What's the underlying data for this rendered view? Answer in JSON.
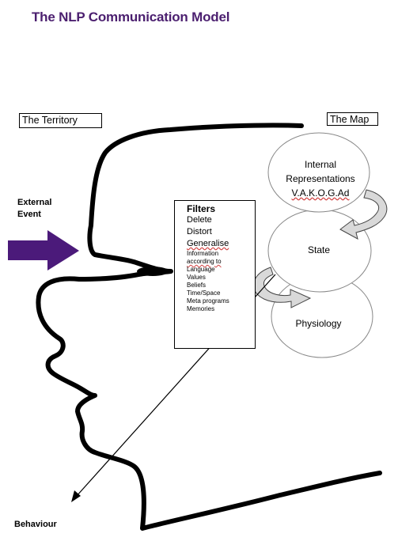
{
  "title": "The NLP Communication Model",
  "territory_label": "The Territory",
  "map_label": "The Map",
  "external_event": {
    "line1": "External",
    "line2": "Event"
  },
  "behaviour_label": "Behaviour",
  "filters": {
    "heading": "Filters",
    "main": [
      "Delete",
      "Distort",
      "Generalise"
    ],
    "details": [
      "Information",
      "according to",
      "Language",
      "Values",
      "Beliefs",
      "Time/Space",
      "Meta programs",
      "Memories"
    ]
  },
  "circles": {
    "internal_representations": {
      "line1": "Internal",
      "line2": "Representations",
      "line3": "V.A.K.O.G.Ad"
    },
    "state": "State",
    "physiology": "Physiology"
  },
  "colors": {
    "arrow_fill": "#4b1a7a",
    "title": "#4b1f6f",
    "curved_arrow_fill": "#d9d9d9"
  }
}
